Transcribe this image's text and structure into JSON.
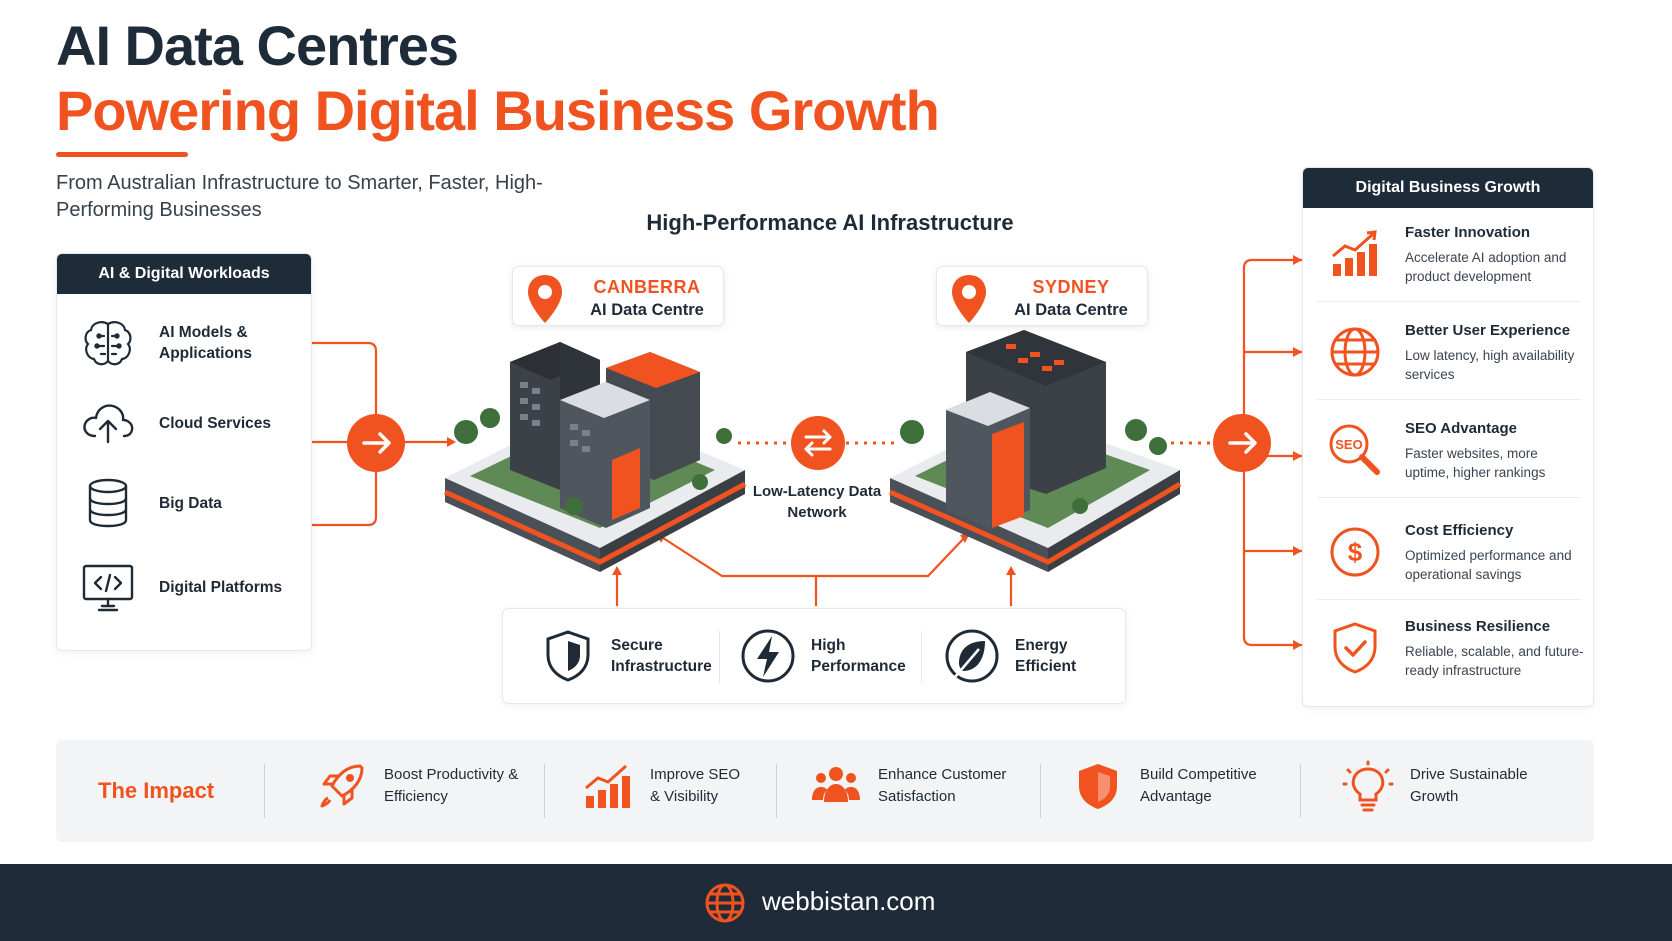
{
  "header": {
    "title_line1": "AI Data Centres",
    "title_line2": "Powering Digital Business Growth",
    "subtitle": "From Australian Infrastructure to Smarter, Faster, High-Performing Businesses"
  },
  "center": {
    "heading": "High-Performance AI Infrastructure",
    "locations": [
      {
        "city": "CANBERRA",
        "name": "AI Data Centre",
        "icon": "map-pin-icon"
      },
      {
        "city": "SYDNEY",
        "name": "AI Data Centre",
        "icon": "map-pin-icon"
      }
    ],
    "network_label": "Low-Latency Data Network",
    "features": [
      {
        "label": "Secure Infrastructure",
        "icon": "shield-icon"
      },
      {
        "label": "High Performance",
        "icon": "lightning-icon"
      },
      {
        "label": "Energy Efficient",
        "icon": "leaf-icon"
      }
    ]
  },
  "workloads": {
    "title": "AI & Digital Workloads",
    "items": [
      {
        "label": "AI Models & Applications",
        "icon": "brain-icon"
      },
      {
        "label": "Cloud Services",
        "icon": "cloud-upload-icon"
      },
      {
        "label": "Big Data",
        "icon": "database-icon"
      },
      {
        "label": "Digital Platforms",
        "icon": "code-monitor-icon"
      }
    ]
  },
  "growth": {
    "title": "Digital Business Growth",
    "items": [
      {
        "title": "Faster Innovation",
        "desc": "Accelerate AI adoption and product development",
        "icon": "growth-chart-icon"
      },
      {
        "title": "Better User Experience",
        "desc": "Low latency, high availability services",
        "icon": "globe-icon"
      },
      {
        "title": "SEO Advantage",
        "desc": "Faster websites, more uptime, higher rankings",
        "icon": "seo-magnifier-icon"
      },
      {
        "title": "Cost Efficiency",
        "desc": "Optimized performance and operational savings",
        "icon": "dollar-icon"
      },
      {
        "title": "Business Resilience",
        "desc": "Reliable, scalable, and future-ready infrastructure",
        "icon": "shield-check-icon"
      }
    ]
  },
  "impact": {
    "title": "The Impact",
    "items": [
      {
        "label": "Boost Productivity & Efficiency",
        "icon": "rocket-icon"
      },
      {
        "label": "Improve SEO & Visibility",
        "icon": "growth-chart-icon"
      },
      {
        "label": "Enhance Customer Satisfaction",
        "icon": "people-icon"
      },
      {
        "label": "Build Competitive Advantage",
        "icon": "shield-icon"
      },
      {
        "label": "Drive Sustainable Growth",
        "icon": "lightbulb-icon"
      }
    ]
  },
  "footer": {
    "site": "webbistan.com",
    "icon": "globe-icon"
  },
  "colors": {
    "accent": "#f0531f",
    "navy": "#1e2b38"
  }
}
